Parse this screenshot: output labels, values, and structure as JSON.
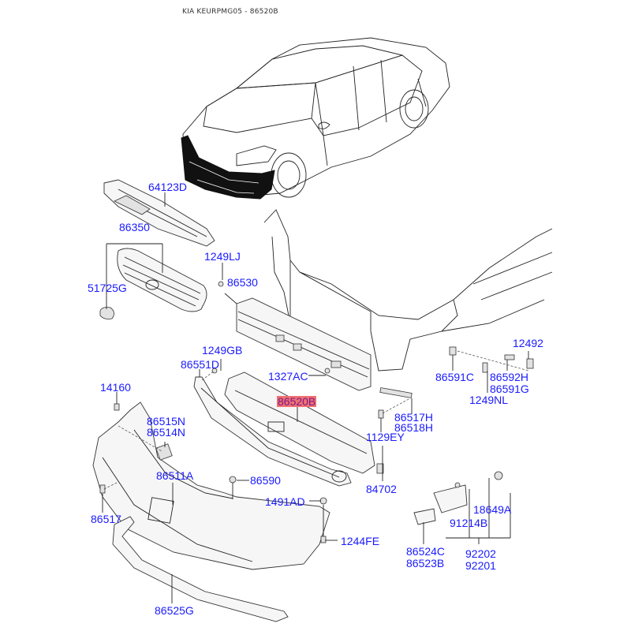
{
  "diagram": {
    "title": "KIA KEURPMG05 - 86520B",
    "highlight_color": "#f07070",
    "label_color": "#1a1aff",
    "labels": [
      {
        "id": "64123D",
        "text": "64123D"
      },
      {
        "id": "86350",
        "text": "86350"
      },
      {
        "id": "1249LJ",
        "text": "1249LJ"
      },
      {
        "id": "51725G",
        "text": "51725G"
      },
      {
        "id": "86530",
        "text": "86530"
      },
      {
        "id": "1249GB",
        "text": "1249GB"
      },
      {
        "id": "86551D",
        "text": "86551D"
      },
      {
        "id": "1327AC",
        "text": "1327AC"
      },
      {
        "id": "86520B",
        "text": "86520B",
        "highlighted": true
      },
      {
        "id": "14160",
        "text": "14160"
      },
      {
        "id": "86515N",
        "text": "86515N"
      },
      {
        "id": "86514N",
        "text": "86514N"
      },
      {
        "id": "86511A",
        "text": "86511A"
      },
      {
        "id": "86590",
        "text": "86590"
      },
      {
        "id": "1491AD",
        "text": "1491AD"
      },
      {
        "id": "86517",
        "text": "86517"
      },
      {
        "id": "1244FE",
        "text": "1244FE"
      },
      {
        "id": "86525G",
        "text": "86525G"
      },
      {
        "id": "86517H",
        "text": "86517H"
      },
      {
        "id": "86518H",
        "text": "86518H"
      },
      {
        "id": "1129EY",
        "text": "1129EY"
      },
      {
        "id": "84702",
        "text": "84702"
      },
      {
        "id": "86591C",
        "text": "86591C"
      },
      {
        "id": "86592H",
        "text": "86592H"
      },
      {
        "id": "86591G",
        "text": "86591G"
      },
      {
        "id": "1249NL",
        "text": "1249NL"
      },
      {
        "id": "12492",
        "text": "12492"
      },
      {
        "id": "18649A",
        "text": "18649A"
      },
      {
        "id": "91214B",
        "text": "91214B"
      },
      {
        "id": "86524C",
        "text": "86524C"
      },
      {
        "id": "86523B",
        "text": "86523B"
      },
      {
        "id": "92202",
        "text": "92202"
      },
      {
        "id": "92201",
        "text": "92201"
      }
    ]
  }
}
